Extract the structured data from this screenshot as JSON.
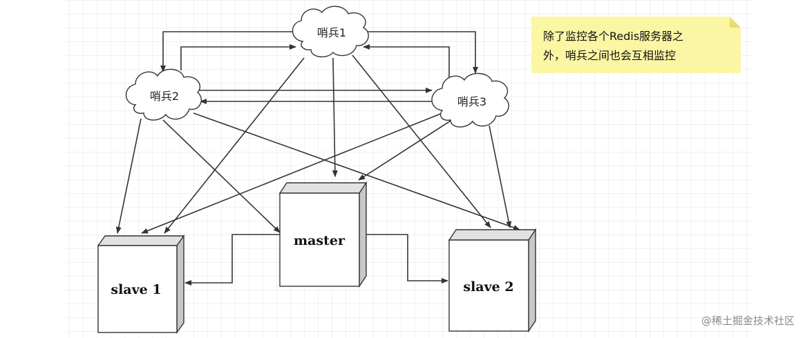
{
  "sentinels": {
    "s1": {
      "label": "哨兵1"
    },
    "s2": {
      "label": "哨兵2"
    },
    "s3": {
      "label": "哨兵3"
    }
  },
  "servers": {
    "master": {
      "label": "master"
    },
    "slave1": {
      "label": "slave 1"
    },
    "slave2": {
      "label": "slave 2"
    }
  },
  "note": {
    "line1": "除了监控各个Redis服务器之",
    "line2": "外，哨兵之间也会互相监控",
    "color": "#fbf6a4"
  },
  "watermark": {
    "text": "@稀土掘金技术社区"
  },
  "colors": {
    "line": "#333333",
    "grid": "#e3e3e3",
    "box_side": "#cfcfcf"
  }
}
